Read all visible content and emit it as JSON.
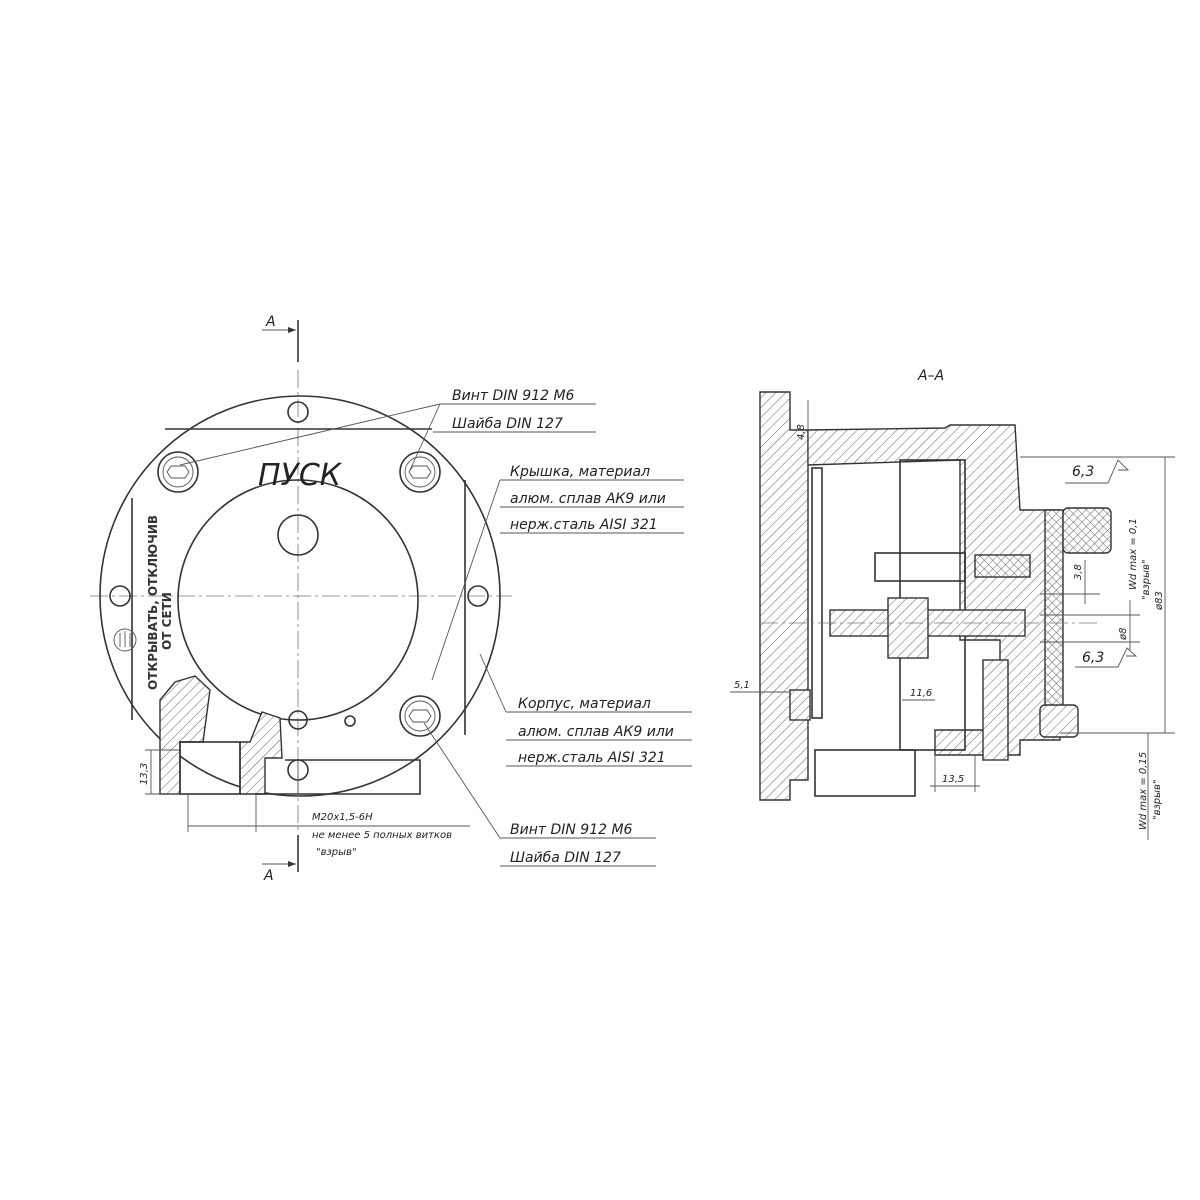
{
  "front_view": {
    "section_mark_top": "A",
    "section_mark_bottom": "A",
    "start_label": "ПУСК",
    "warning_line1": "ОТКРЫВАТЬ, ОТКЛЮЧИВ",
    "warning_line2": "ОТ СЕТИ",
    "dim_13_3": "13,3",
    "thread_note": [
      "M20x1,5-6H",
      "не менее 5 полных витков",
      "\"взрыв\""
    ],
    "callout_top": [
      "Винт DIN 912 M6",
      "Шайба DIN 127"
    ],
    "callout_cover": [
      "Крышка, материал",
      "алюм. сплав АК9 или",
      "нерж.сталь AISI 321"
    ],
    "callout_body": [
      "Корпус, материал",
      "алюм. сплав АК9 или",
      "нерж.сталь AISI 321"
    ],
    "callout_bottom": [
      "Винт DIN 912 M6",
      "Шайба DIN 127"
    ]
  },
  "section_view": {
    "title": "А–А",
    "dim_4_8": "4,8",
    "dim_5_1": "5,1",
    "dim_11_6": "11,6",
    "dim_13_5": "13,5",
    "dim_3_8": "3,8",
    "dim_d8": "ø8",
    "dim_d83": "ø83",
    "roughness_top": "6,3",
    "roughness_mid": "6,3",
    "wd_top": "Wd max = 0,1",
    "wd_top_note": "\"взрыв\"",
    "wd_bottom": "Wd max = 0,15",
    "wd_bottom_note": "\"взрыв\""
  }
}
